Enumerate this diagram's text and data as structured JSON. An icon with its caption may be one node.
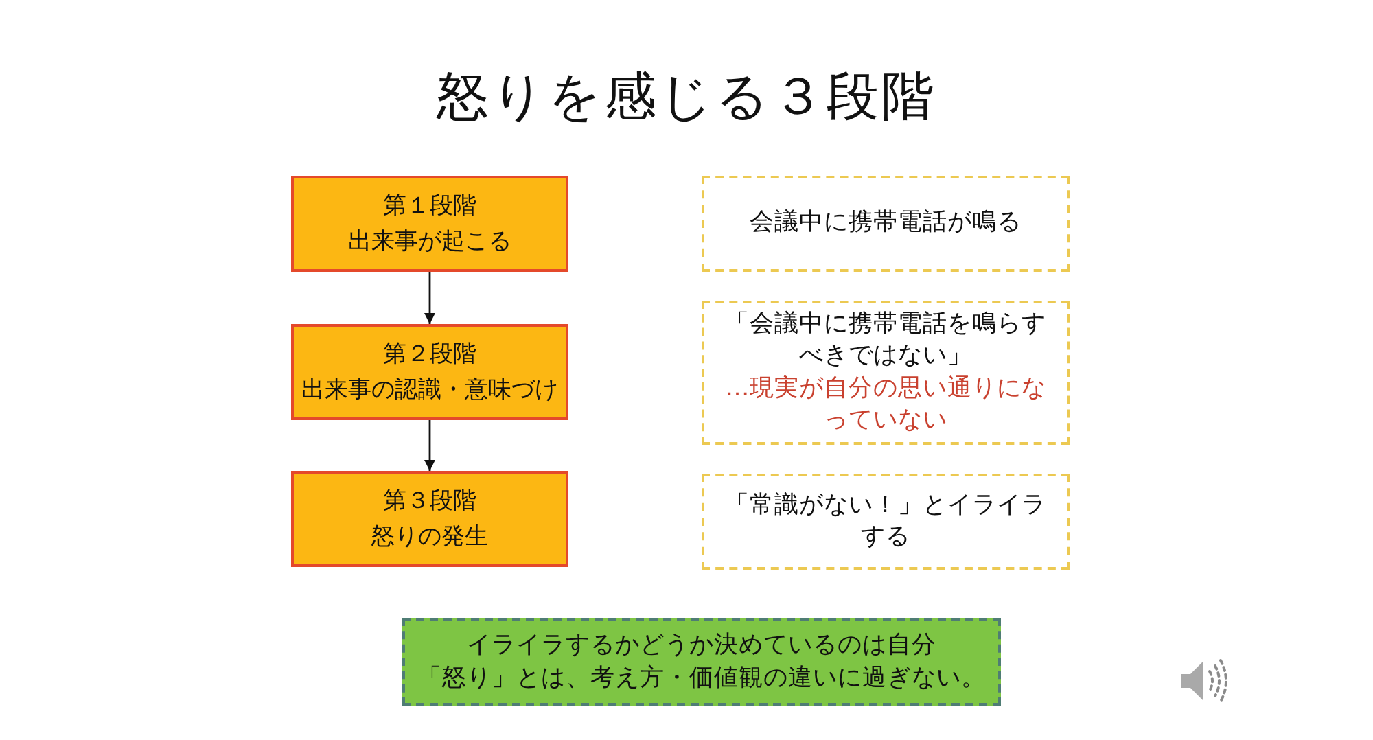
{
  "diagram": {
    "title": "怒りを感じる３段階",
    "nodes": [
      {
        "text": [
          "第１段階",
          "出来事が起こる"
        ]
      },
      {
        "text": [
          "第２段階",
          "出来事の認識・意味づけ"
        ]
      },
      {
        "text": [
          "第３段階",
          "怒りの発生"
        ]
      },
      {
        "text": [
          "会議中に携帯電話が鳴る"
        ]
      },
      {
        "text": [
          "「会議中に携帯電話を鳴らすべきではない」",
          "…現実が自分の思い通りになっていない"
        ]
      },
      {
        "text": [
          "「常識がない！」とイライラする"
        ]
      },
      {
        "text": [
          "イライラするかどうか決めているのは自分",
          "「怒り」とは、考え方・価値観の違いに過ぎない。"
        ]
      }
    ],
    "edges": [
      {
        "from": 0,
        "to": 1,
        "arrow": "to"
      },
      {
        "from": 1,
        "to": 2,
        "arrow": "to"
      }
    ]
  }
}
